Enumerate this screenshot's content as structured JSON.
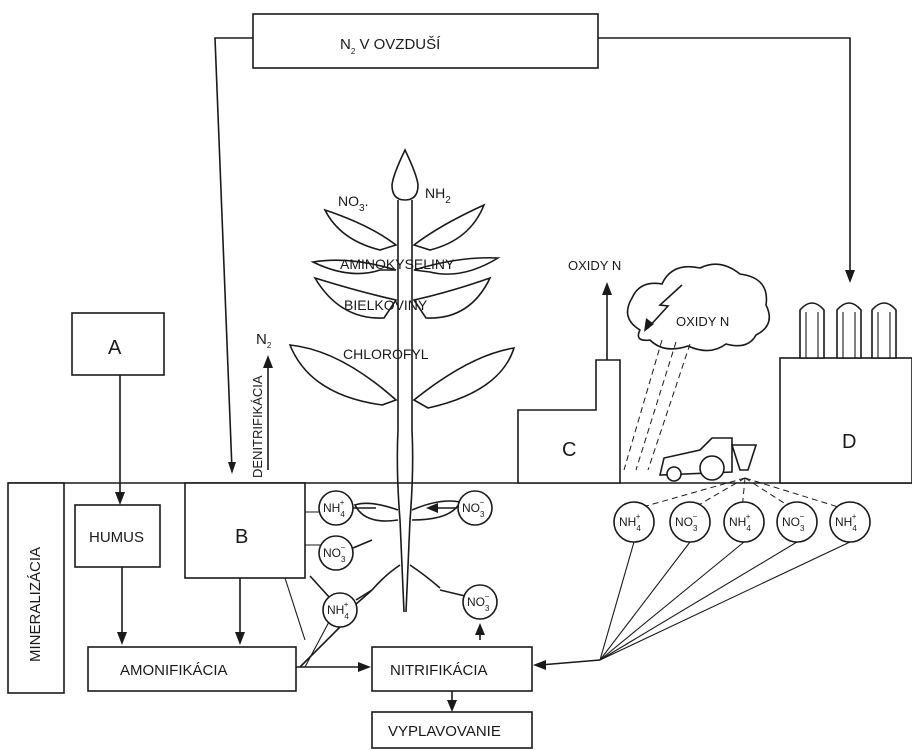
{
  "atmosphere": {
    "label": "N",
    "sub": "2",
    "rest": " V OVZDUŠÍ"
  },
  "plant": {
    "top_left": {
      "text": "NO",
      "sub": "3",
      "tail": "."
    },
    "top_right": {
      "text": "NH",
      "sub": "2"
    },
    "label_1": "AMINOKYSELINY",
    "label_2": "BIELKOVINY",
    "label_3": "CHLOROFYL"
  },
  "denitrification": {
    "label": "DENITRIFIKÁCIA",
    "gas": "N",
    "gas_sub": "2"
  },
  "boxes": {
    "a": "A",
    "b": "B",
    "c": "C",
    "d": "D",
    "humus": "HUMUS",
    "mineralization": "MINERALIZÁCIA",
    "ammonification": "AMONIFIKÁCIA",
    "nitrification": "NITRIFIKÁCIA",
    "leaching": "VYPLAVOVANIE"
  },
  "oxides": {
    "chimney": "OXIDY N",
    "cloud": "OXIDY N"
  },
  "ions": {
    "nh4": {
      "base": "NH",
      "sub": "4",
      "sup": "+"
    },
    "no3": {
      "base": "NO",
      "sub": "3",
      "sup": "−"
    }
  }
}
